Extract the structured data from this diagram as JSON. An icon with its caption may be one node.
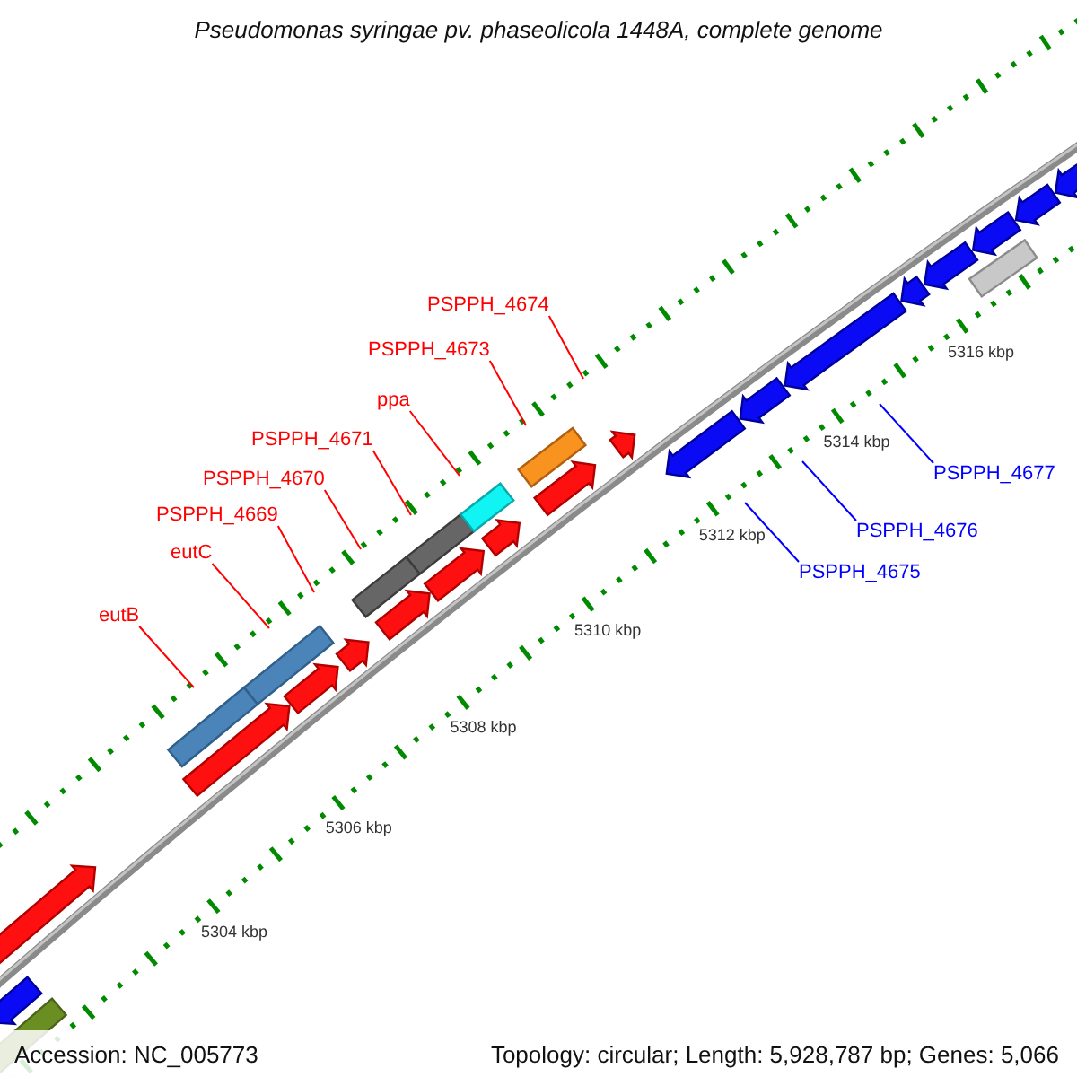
{
  "diagram": {
    "title": "Pseudomonas syringae pv. phaseolicola 1448A, complete genome",
    "nodes": [
      {
        "text": [
          "eutB"
        ]
      },
      {
        "text": [
          "eutC"
        ]
      },
      {
        "text": [
          "PSPPH_4669"
        ]
      },
      {
        "text": [
          "PSPPH_4670"
        ]
      },
      {
        "text": [
          "PSPPH_4671"
        ]
      },
      {
        "text": [
          "ppa"
        ]
      },
      {
        "text": [
          "PSPPH_4673"
        ]
      },
      {
        "text": [
          "PSPPH_4674"
        ]
      },
      {
        "text": [
          "PSPPH_4675"
        ]
      },
      {
        "text": [
          "PSPPH_4676"
        ]
      },
      {
        "text": [
          "PSPPH_4677"
        ]
      }
    ],
    "edges": [
      {
        "from": 0,
        "to": null,
        "arrow": "none"
      },
      {
        "from": 1,
        "to": null,
        "arrow": "none"
      },
      {
        "from": 2,
        "to": null,
        "arrow": "none"
      },
      {
        "from": 3,
        "to": null,
        "arrow": "none"
      },
      {
        "from": 4,
        "to": null,
        "arrow": "none"
      },
      {
        "from": 5,
        "to": null,
        "arrow": "none"
      },
      {
        "from": 6,
        "to": null,
        "arrow": "none"
      },
      {
        "from": 7,
        "to": null,
        "arrow": "none"
      },
      {
        "from": 8,
        "to": null,
        "arrow": "none",
        "color": "#0000ff"
      },
      {
        "from": 9,
        "to": null,
        "arrow": "none",
        "color": "#0000ff"
      },
      {
        "from": 10,
        "to": null,
        "arrow": "none",
        "color": "#0000ff"
      }
    ],
    "labels": [
      "5304 kbp",
      "5306 kbp",
      "5308 kbp",
      "5310 kbp",
      "5312 kbp",
      "5314 kbp",
      "5316 kbp",
      "Accession: NC_005773",
      "Topology: circular; Length: 5,928,787 bp; Genes: 5,066"
    ]
  }
}
